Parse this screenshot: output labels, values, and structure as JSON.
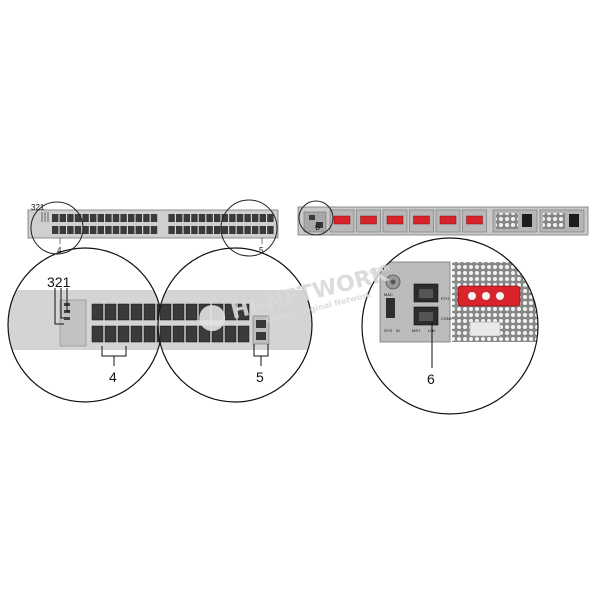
{
  "front": {
    "callouts_small": {
      "top_left": "321",
      "bottom_left": "4",
      "bottom_right": "5"
    },
    "callouts_large": {
      "top_left": "321",
      "bottom_left": "4",
      "bottom_right": "5"
    }
  },
  "rear": {
    "callout_small": "6",
    "callout_large": "6",
    "port_labels": {
      "sys": "SYS",
      "id": "ID",
      "mst": "MST",
      "lnk": "LNK",
      "mac": "MAC",
      "eth": "ETH",
      "console": "CONSOLE"
    }
  },
  "watermark": {
    "brand": "HI-NETWORK",
    "domain": ".com",
    "tagline": "Global Original Network"
  },
  "colors": {
    "accent_red": "#d8242a",
    "chassis": "#c9c9c9",
    "port_dark": "#3a3a3a"
  }
}
